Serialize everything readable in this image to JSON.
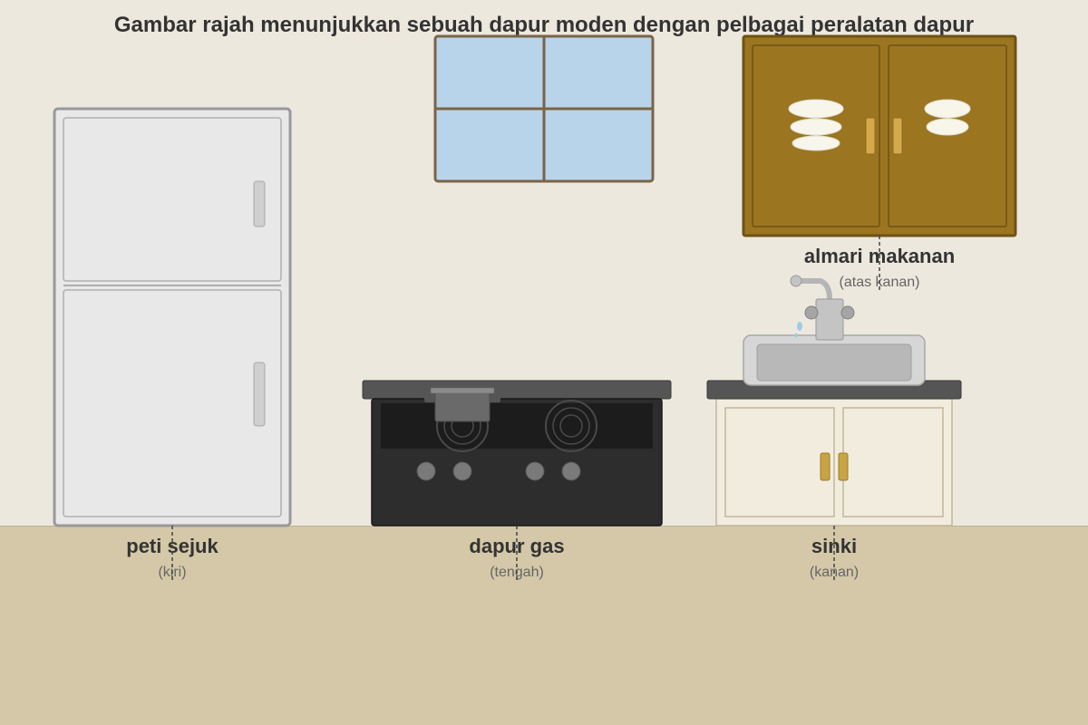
{
  "title": "Gambar rajah menunjukkan sebuah dapur moden dengan pelbagai peralatan dapur",
  "colors": {
    "wall": "#ede8de",
    "floor": "#d4c8a8",
    "fridge": "#e8e8e8",
    "cabinet_wood": "#9b7520",
    "stove": "#2d2d2d",
    "window_glass": "#b8d4ea",
    "sink_cabinet": "#f2ecdf"
  },
  "labels": {
    "fridge": {
      "name": "peti sejuk",
      "position": "(kiri)"
    },
    "stove": {
      "name": "dapur gas",
      "position": "(tengah)"
    },
    "sink": {
      "name": "sinki",
      "position": "(kanan)"
    },
    "cupboard": {
      "name": "almari makanan",
      "position": "(atas kanan)"
    }
  }
}
